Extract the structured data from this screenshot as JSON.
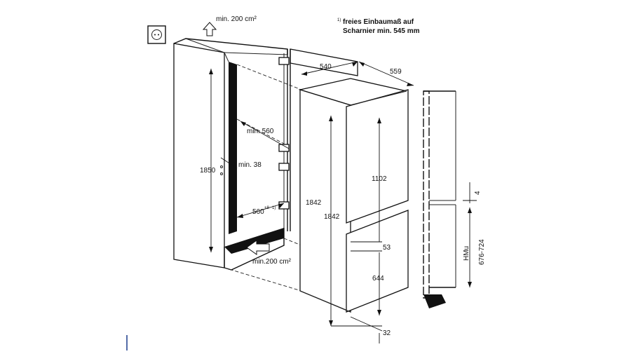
{
  "labels": {
    "vent_top": "min. 200 cm²",
    "vent_bottom": "min.200 cm²",
    "note_sup": "1)",
    "note_line1": "freies Einbaumaß auf",
    "note_line2": "Scharnier min. 545 mm",
    "niche_depth": "min. 560",
    "niche_gap": "min. 38",
    "niche_height": "1850",
    "niche_width": "560",
    "niche_width_tol": "+8",
    "niche_width_sup": "1)",
    "appliance_width": "540",
    "appliance_depth": "559",
    "appliance_height_1": "1842",
    "appliance_height_2": "1842",
    "upper_door": "1102",
    "door_gap": "53",
    "lower_door": "644",
    "base_gap": "32",
    "top_gap": "4",
    "hmu_label": "HMu",
    "hmu_range": "676-724"
  }
}
